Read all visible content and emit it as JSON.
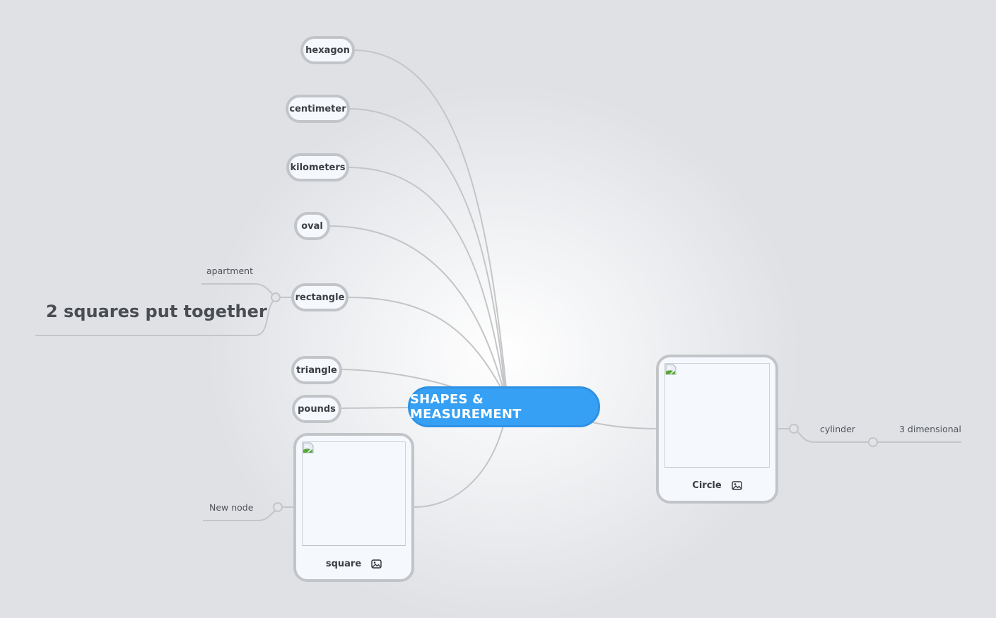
{
  "mindmap": {
    "root": {
      "label": "SHAPES & MEASUREMENT",
      "color": "#36a0f4"
    },
    "left_nodes": [
      {
        "label": "hexagon"
      },
      {
        "label": "centimeter"
      },
      {
        "label": "kilometers"
      },
      {
        "label": "oval"
      },
      {
        "label": "rectangle"
      },
      {
        "label": "triangle"
      },
      {
        "label": "pounds"
      }
    ],
    "rectangle_children": [
      {
        "label": "apartment"
      },
      {
        "label": "2 squares put together"
      }
    ],
    "square_card": {
      "label": "square",
      "icon": "image-icon"
    },
    "square_children": [
      {
        "label": "New node"
      }
    ],
    "circle_card": {
      "label": "Circle",
      "icon": "image-icon"
    },
    "circle_children": [
      {
        "label": "cylinder"
      }
    ],
    "cylinder_children": [
      {
        "label": "3 dimensional"
      }
    ],
    "colors": {
      "line": "#c2c4c7",
      "node_border": "#c2c4c7",
      "node_fill": "#f5f8fd",
      "text": "#3c3f44"
    }
  }
}
